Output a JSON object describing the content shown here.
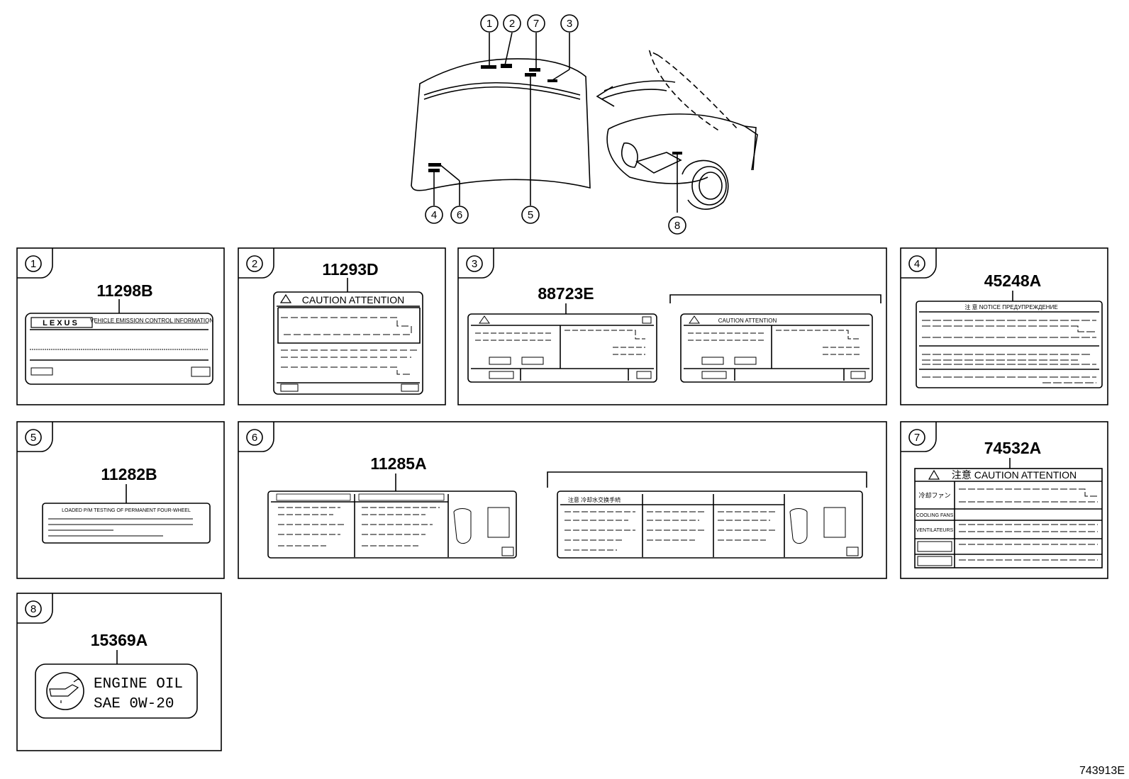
{
  "figure": {
    "diagram_id": "743913E",
    "callouts_overview": [
      "1",
      "2",
      "7",
      "3",
      "4",
      "6",
      "5",
      "8"
    ]
  },
  "panels": [
    {
      "num": "1",
      "part": "11298B",
      "logo": "LEXUS",
      "header_lines": [
        "VEHICLE EMISSION CONTROL INFORMATION"
      ]
    },
    {
      "num": "2",
      "part": "11293D",
      "header": "CAUTION    ATTENTION"
    },
    {
      "num": "3",
      "part": "88723E",
      "variant_header": "CAUTION ATTENTION"
    },
    {
      "num": "4",
      "part": "45248A",
      "header": "注 意   NOTICE    ПРЕДУПРЕЖДЕНИЕ"
    },
    {
      "num": "5",
      "part": "11282B",
      "header": "LOADED P/M TESTING OF PERMANENT FOUR-WHEEL"
    },
    {
      "num": "6",
      "part": "11285A",
      "variant_header": "注意  冷却水交换手続"
    },
    {
      "num": "7",
      "part": "74532A",
      "header": "注意   CAUTION   ATTENTION",
      "rows": [
        "冷却ファン",
        "COOLING FANS",
        "VENTILATEURS"
      ]
    },
    {
      "num": "8",
      "part": "15369A",
      "lines": [
        "ENGINE OIL",
        "SAE  0W-20"
      ]
    }
  ]
}
